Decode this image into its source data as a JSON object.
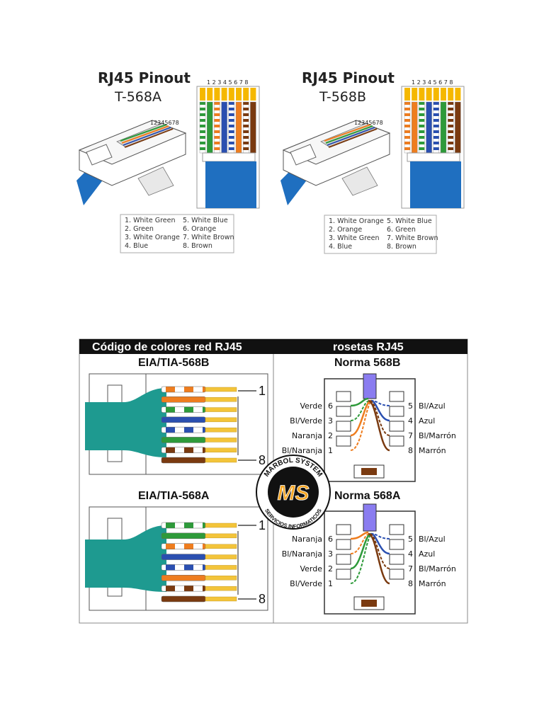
{
  "top": {
    "left": {
      "title": "RJ45 Pinout",
      "subtitle": "T-568A",
      "pin_numbers": "1 2 3 4 5 6 7 8",
      "connector_pins": "12345678",
      "legend": [
        "1. White Green",
        "2. Green",
        "3. White Orange",
        "4. Blue",
        "5. White Blue",
        "6. Orange",
        "7. White Brown",
        "8. Brown"
      ],
      "wires": [
        "wgreen",
        "green",
        "worange",
        "blue",
        "wblue",
        "orange",
        "wbrown",
        "brown"
      ]
    },
    "right": {
      "title": "RJ45 Pinout",
      "subtitle": "T-568B",
      "pin_numbers": "1 2 3 4 5 6 7 8",
      "connector_pins": "12345678",
      "legend": [
        "1. White Orange",
        "2. Orange",
        "3. White Green",
        "4. Blue",
        "5. White Blue",
        "6. Green",
        "7. White Brown",
        "8. Brown"
      ],
      "wires": [
        "worange",
        "orange",
        "wgreen",
        "blue",
        "wblue",
        "green",
        "wbrown",
        "brown"
      ]
    }
  },
  "bottom": {
    "bar_left": "Código de colores red RJ45",
    "bar_right": "rosetas RJ45",
    "cable_top": {
      "title": "EIA/TIA-568B",
      "pin_first": "1",
      "pin_last": "8",
      "wires": [
        "worange",
        "orange",
        "wgreen",
        "blue",
        "wblue",
        "green",
        "wbrown",
        "brown"
      ]
    },
    "cable_bottom": {
      "title": "EIA/TIA-568A",
      "pin_first": "1",
      "pin_last": "8",
      "wires": [
        "wgreen",
        "green",
        "worange",
        "blue",
        "wblue",
        "orange",
        "wbrown",
        "brown"
      ]
    },
    "jack_top": {
      "title": "Norma 568B",
      "left_labels": [
        "Verde",
        "Bl/Verde",
        "Naranja",
        "Bl/Naranja"
      ],
      "left_pins": [
        "6",
        "3",
        "2",
        "1"
      ],
      "right_labels": [
        "Bl/Azul",
        "Azul",
        "Bl/Marrón",
        "Marrón"
      ],
      "right_pins": [
        "5",
        "4",
        "7",
        "8"
      ]
    },
    "jack_bottom": {
      "title": "Norma 568A",
      "left_labels": [
        "Naranja",
        "Bl/Naranja",
        "Verde",
        "Bl/Verde"
      ],
      "left_pins": [
        "6",
        "3",
        "2",
        "1"
      ],
      "right_labels": [
        "Bl/Azul",
        "Azul",
        "Bl/Marrón",
        "Marrón"
      ],
      "right_pins": [
        "5",
        "4",
        "7",
        "8"
      ]
    },
    "logo": {
      "top_text": "MARBOL SYSTEM",
      "bottom_text": "SERVICIOS INFORMATICOS",
      "mark": "MS"
    }
  },
  "colors": {
    "green": "#2e9a3a",
    "orange": "#ee7d1f",
    "blue": "#2a4fb0",
    "brown": "#7a3a10",
    "pin_gold": "#f5b800",
    "cable_blue": "#1f6fc0",
    "cable_teal": "#1e9a90",
    "wire_yellow": "#f3c43a",
    "jack_violet": "#8a7cf0"
  }
}
